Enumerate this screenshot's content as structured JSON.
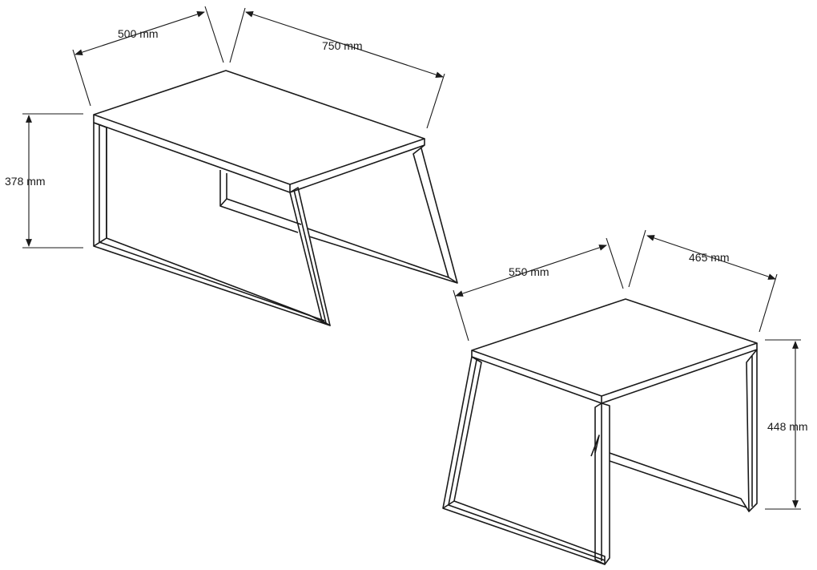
{
  "dimensions": {
    "large_table": {
      "depth": "500 mm",
      "width": "750 mm",
      "height": "378 mm"
    },
    "small_table": {
      "width": "550 mm",
      "depth": "465 mm",
      "height": "448 mm"
    }
  },
  "colors": {
    "line": "#1a1a1a",
    "background": "#ffffff"
  }
}
